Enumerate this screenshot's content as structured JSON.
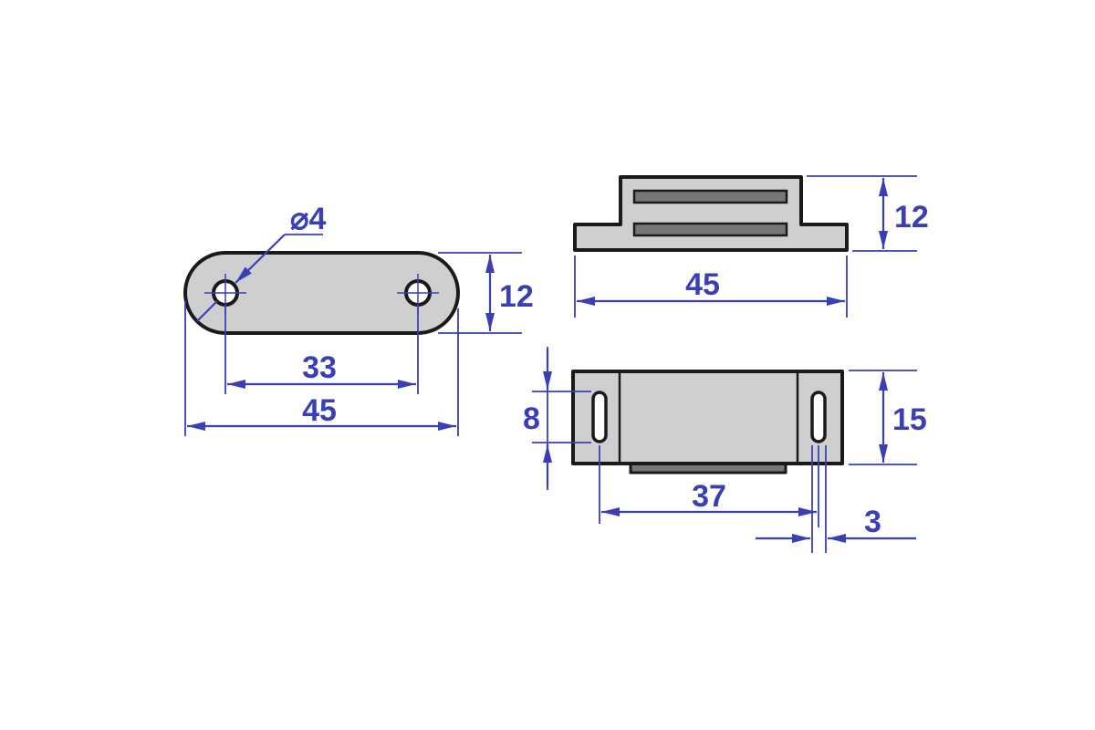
{
  "colors": {
    "dimension": "#3a3fb5",
    "outline": "#1a1a1a",
    "body_fill": "#cfcfcf",
    "slot_fill": "#777777",
    "background": "#ffffff"
  },
  "plate_view": {
    "hole_diameter_label": "⌀4",
    "height_label": "12",
    "hole_spacing_label": "33",
    "length_label": "45"
  },
  "side_view": {
    "height_label": "12",
    "length_label": "45"
  },
  "front_view": {
    "slot_length_label": "8",
    "height_label": "15",
    "slot_spacing_label": "37",
    "slot_width_label": "3"
  }
}
